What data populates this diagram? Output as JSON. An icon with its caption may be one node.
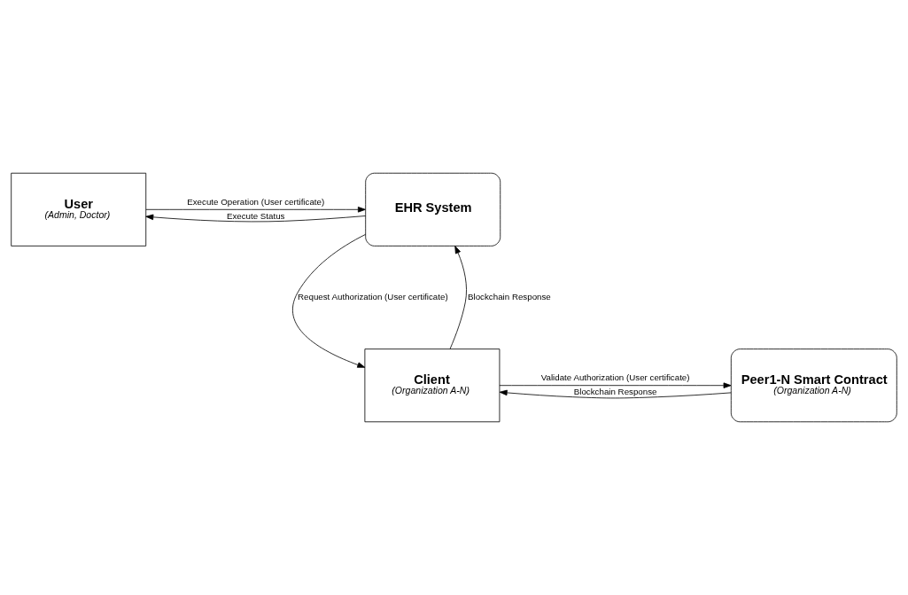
{
  "diagram": {
    "nodes": [
      {
        "text": [
          "User",
          "(Admin, Doctor)"
        ]
      },
      {
        "text": [
          "EHR System"
        ]
      },
      {
        "text": [
          "Peer1-N Smart Contract",
          "(Organization A-N)"
        ]
      },
      {
        "text": [
          "Client",
          "(Organization A-N)"
        ]
      }
    ],
    "edges": [
      {
        "from": 0,
        "to": 1,
        "arrow": "to",
        "label": "Execute Operation (User certificate)"
      },
      {
        "from": 1,
        "to": 0,
        "arrow": "to",
        "label": "Execute Status"
      },
      {
        "from": 1,
        "to": 3,
        "arrow": "to",
        "label": "Request Authorization (User certificate)"
      },
      {
        "from": 3,
        "to": 1,
        "arrow": "to",
        "label": "Blockchain Response"
      },
      {
        "from": 3,
        "to": 2,
        "arrow": "to",
        "label": "Validate Authorization (User certificate)"
      },
      {
        "from": 2,
        "to": 3,
        "arrow": "to",
        "label": "Blockchain Response"
      }
    ]
  }
}
